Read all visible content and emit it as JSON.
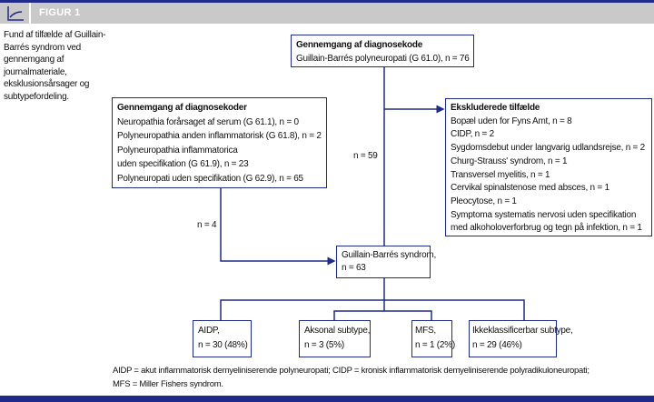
{
  "header": {
    "title": "FIGUR 1",
    "icon": "chart-line-icon"
  },
  "caption": "Fund af tilfælde af Guillain-Barrés syndrom ved gennemgang af journalmateriale, eksklusionsårsager og subtypefordeling.",
  "box_top": {
    "title": "Gennemgang af diagnosekode",
    "lines": [
      "Guillain-Barrés polyneuropati (G 61.0), n = 76"
    ]
  },
  "box_codes": {
    "title": "Gennemgang af diagnosekoder",
    "lines": [
      "Neuropathia forårsaget af serum (G 61.1), n = 0",
      "Polyneuropathia anden inflammatorisk (G 61.8), n = 2",
      "Polyneuropathia inflammatorica",
      "uden specifikation (G 61.9), n = 23",
      "Polyneuropati uden specifikation (G 62.9), n = 65"
    ]
  },
  "box_excluded": {
    "title": "Ekskluderede tilfælde",
    "lines": [
      "Bopæl uden for Fyns Amt, n = 8",
      "CIDP, n = 2",
      "Sygdomsdebut under langvarig udlandsrejse, n = 2",
      "Churg-Strauss' syndrom, n = 1",
      "Transversel myelitis, n = 1",
      "Cervikal spinalstenose med absces, n = 1",
      "Pleocytose, n = 1",
      "Symptoma systematis nervosi uden specifikation",
      "med alkoholoverforbrug og tegn på infektion, n = 1"
    ]
  },
  "box_gbs": {
    "lines": [
      "Guillain-Barrés syndrom,",
      "n = 63"
    ]
  },
  "labels": {
    "n59": "n = 59",
    "n4": "n = 4"
  },
  "subtypes": [
    {
      "lines": [
        "AIDP,",
        "n = 30 (48%)"
      ]
    },
    {
      "lines": [
        "Aksonal subtype,",
        "n = 3 (5%)"
      ]
    },
    {
      "lines": [
        "MFS,",
        "n = 1 (2%)"
      ]
    },
    {
      "lines": [
        "Ikkeklassificerbar subtype,",
        "n = 29 (46%)"
      ]
    }
  ],
  "footnote": [
    "AIDP = akut inflammatorisk demyeliniserende polyneuropati;  CIDP = kronisk inflammatorisk demyeliniserende polyradikuloneuropati;",
    "MFS = Miller Fishers syndrom."
  ],
  "colors": {
    "accent": "#1f2a8a",
    "header": "#c9c9c9"
  }
}
